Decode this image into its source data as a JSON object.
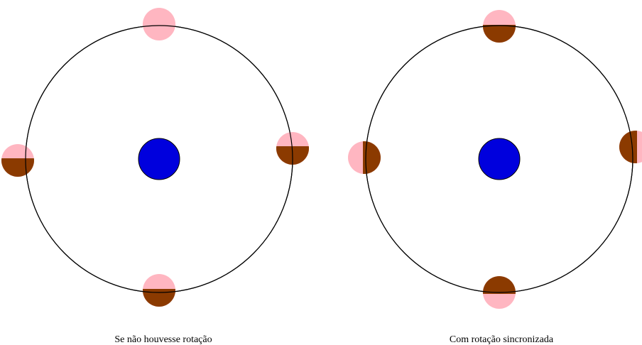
{
  "colors": {
    "planet": "#0000dd",
    "planet_outline": "#000000",
    "moon_light": "#ffb6c1",
    "moon_dark": "#8b3a00",
    "orbit": "#000000",
    "background": "#ffffff"
  },
  "panels": [
    {
      "caption": "Se não houvesse rotação",
      "mode": "no-rotation",
      "moon_positions": [
        "top",
        "right",
        "bottom",
        "left"
      ]
    },
    {
      "caption": "Com rotação sincronizada",
      "mode": "synchronous-rotation",
      "moon_positions": [
        "top",
        "right",
        "bottom",
        "left"
      ]
    }
  ]
}
